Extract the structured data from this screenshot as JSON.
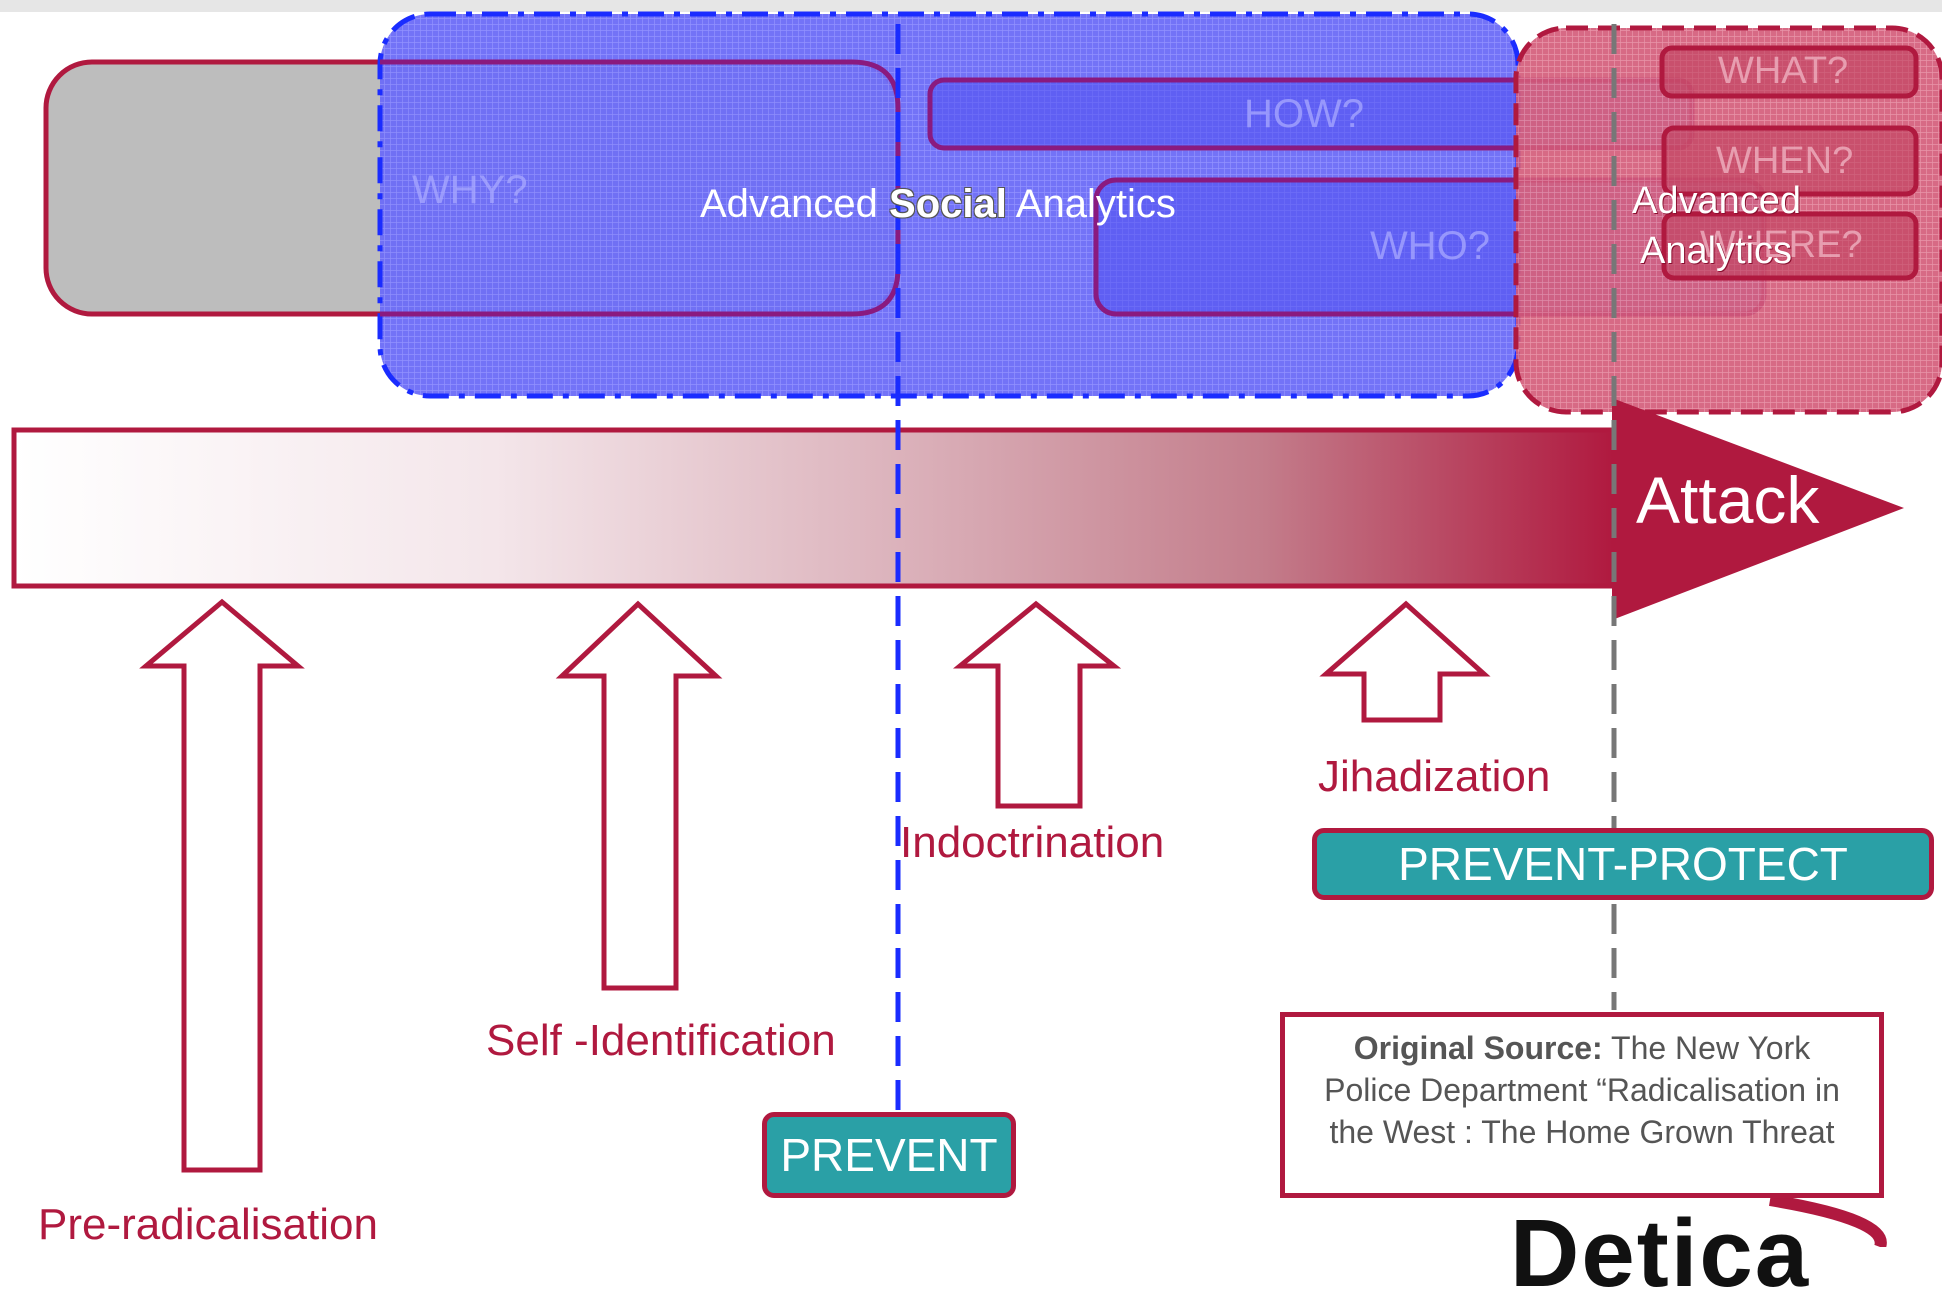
{
  "analytics": {
    "social": {
      "before": "Advanced ",
      "bold": "Social",
      "after": " Analytics"
    },
    "advanced_line1": "Advanced",
    "advanced_line2": "Analytics"
  },
  "questions": {
    "why": "WHY?",
    "how": "HOW?",
    "who": "WHO?",
    "what": "WHAT?",
    "when": "WHEN?",
    "where": "WHERE?"
  },
  "timeline": {
    "attack": "Attack"
  },
  "stages": {
    "pre_radicalisation": "Pre-radicalisation",
    "self_identification": "Self -Identification",
    "indoctrination": "Indoctrination",
    "jihadization": "Jihadization"
  },
  "interventions": {
    "prevent": "PREVENT",
    "prevent_protect": "PREVENT-PROTECT"
  },
  "source": {
    "label": "Original Source:",
    "text": " The New York Police Department “Radicalisation in the West : The Home Grown Threat"
  },
  "logo": {
    "text": "Detica"
  },
  "colors": {
    "crimson": "#b0193f",
    "blue_zone": "#5555ff",
    "red_zone": "#d94a6a",
    "teal": "#2aa0a6",
    "gray_box": "#bdbdbd"
  }
}
